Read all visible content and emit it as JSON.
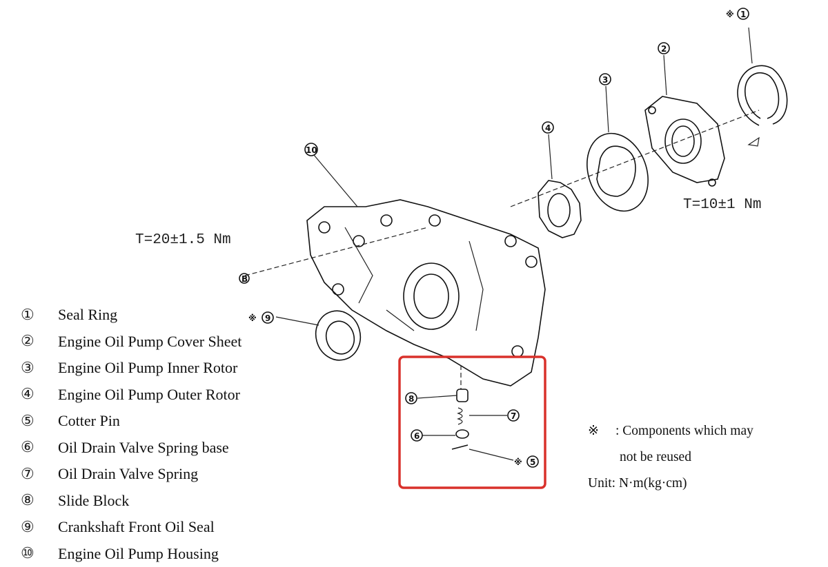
{
  "legend": [
    {
      "num": "①",
      "label": "Seal Ring"
    },
    {
      "num": "②",
      "label": "Engine Oil Pump Cover Sheet"
    },
    {
      "num": "③",
      "label": "Engine Oil Pump Inner Rotor"
    },
    {
      "num": "④",
      "label": "Engine Oil Pump Outer Rotor"
    },
    {
      "num": "⑤",
      "label": "Cotter Pin"
    },
    {
      "num": "⑥",
      "label": "Oil Drain Valve Spring base"
    },
    {
      "num": "⑦",
      "label": "Oil Drain Valve Spring"
    },
    {
      "num": "⑧",
      "label": "Slide Block"
    },
    {
      "num": "⑨",
      "label": "Crankshaft Front Oil Seal"
    },
    {
      "num": "⑩",
      "label": "Engine Oil Pump Housing"
    }
  ],
  "torque": {
    "housing": "T=20±1.5 Nm",
    "cover": "T=10±1 Nm"
  },
  "note": {
    "symbol": "※",
    "line1": ": Components which may",
    "line2": "not be reused",
    "unit": "Unit: N·m(kg·cm)"
  },
  "callouts": {
    "c1": "1",
    "c2": "2",
    "c3": "3",
    "c4": "4",
    "c5": "5",
    "c6": "6",
    "c7": "7",
    "c8": "8",
    "c9": "9",
    "c10": "10",
    "cB": "B",
    "star": "※"
  },
  "colors": {
    "highlight": "#d9312b",
    "ink": "#111111"
  }
}
